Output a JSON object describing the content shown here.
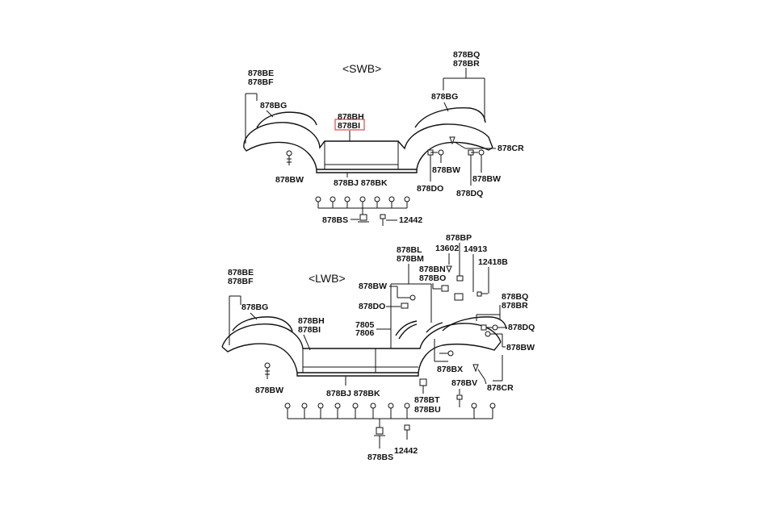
{
  "swb": {
    "title": "<SWB>",
    "labels": {
      "be": "878BE",
      "bf": "878BF",
      "bg_left": "878BG",
      "bh": "878BH",
      "bi": "878BI",
      "bq": "878BQ",
      "br": "878BR",
      "bg_right": "878BG",
      "cr": "878CR",
      "bw_left": "878BW",
      "bj_bk": "878BJ  878BK",
      "bw_mid": "878BW",
      "do": "878DO",
      "bw_right": "878BW",
      "dq": "878DQ",
      "bs": "878BS",
      "p12442": "12442"
    },
    "highlight": {
      "label": "878BI",
      "color": "#e02020"
    }
  },
  "lwb": {
    "title": "<LWB>",
    "labels": {
      "be": "878BE",
      "bf": "878BF",
      "bg": "878BG",
      "bh": "878BH",
      "bi": "878BI",
      "bl": "878BL",
      "bm": "878BM",
      "bp": "878BP",
      "p13602": "13602",
      "p14913": "14913",
      "p12418b": "12418B",
      "bn": "878BN",
      "bo": "878BO",
      "bw_upper": "878BW",
      "do": "878DO",
      "p7805": "7805",
      "p7806": "7806",
      "bq": "878BQ",
      "br": "878BR",
      "dq": "878DQ",
      "bw_right": "878BW",
      "bx": "878BX",
      "bv": "878BV",
      "cr": "878CR",
      "bw_left": "878BW",
      "bj_bk": "878BJ  878BK",
      "bt": "878BT",
      "bu": "878BU",
      "bs": "878BS",
      "p12442": "12442"
    }
  }
}
